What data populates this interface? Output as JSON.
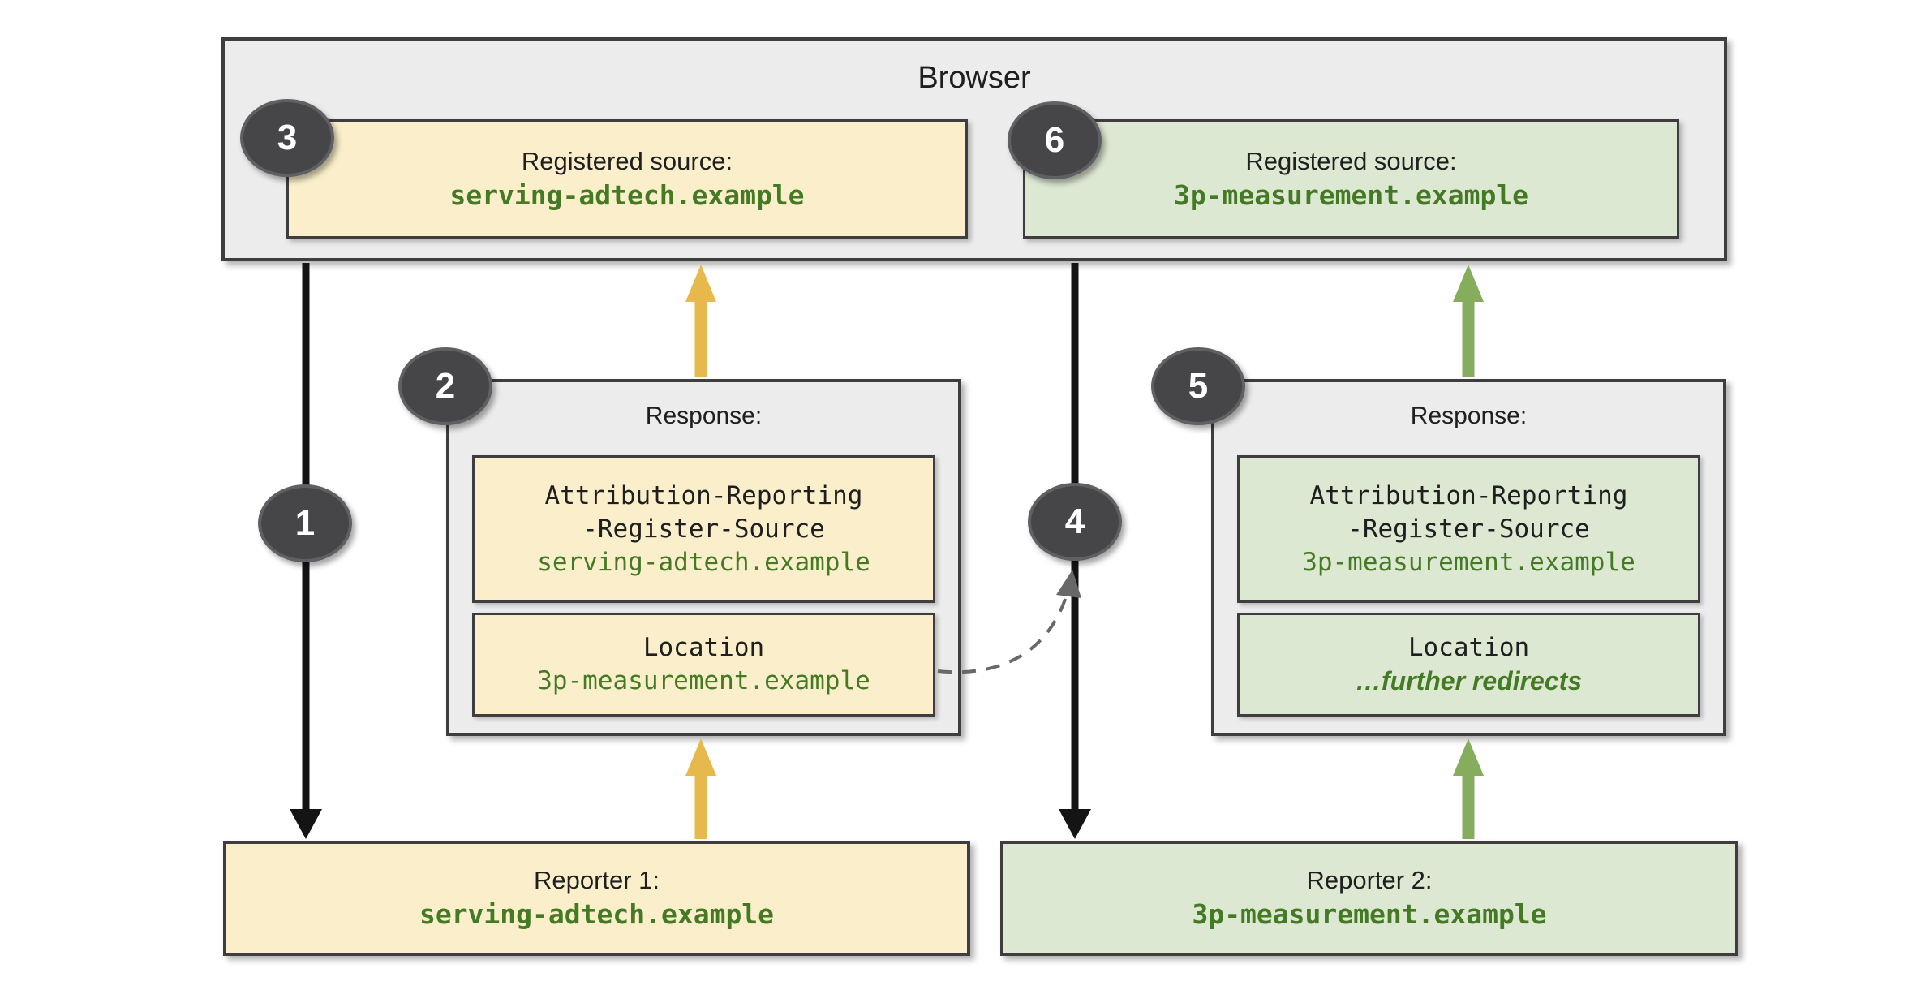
{
  "colors": {
    "gray": "#ececed",
    "border": "#3e3e41",
    "yellow": "#faefca",
    "green": "#dce8d2",
    "codeGreen": "#447a24",
    "arrowYellow": "#e7b94c",
    "arrowGreen": "#86ac5d",
    "black": "#141414",
    "dash": "#686868",
    "badge": "#464649",
    "badgeRing": "#5f5f64",
    "text": "#1f1f1f"
  },
  "browser": {
    "title": "Browser",
    "registered_sources": [
      {
        "badge": "3",
        "label": "Registered source:",
        "domain": "serving-adtech.example"
      },
      {
        "badge": "6",
        "label": "Registered source:",
        "domain": "3p-measurement.example"
      }
    ]
  },
  "responses": [
    {
      "badge": "2",
      "title": "Response:",
      "header1": {
        "line1": "Attribution-Reporting",
        "line2": "-Register-Source",
        "value": "serving-adtech.example"
      },
      "header2": {
        "line1": "Location",
        "value": "3p-measurement.example"
      }
    },
    {
      "badge": "5",
      "title": "Response:",
      "header1": {
        "line1": "Attribution-Reporting",
        "line2": "-Register-Source",
        "value": "3p-measurement.example"
      },
      "header2": {
        "line1": "Location",
        "value": "…further redirects"
      }
    }
  ],
  "steps": {
    "one": "1",
    "four": "4"
  },
  "reporters": [
    {
      "label": "Reporter 1:",
      "domain": "serving-adtech.example"
    },
    {
      "label": "Reporter 2:",
      "domain": "3p-measurement.example"
    }
  ]
}
